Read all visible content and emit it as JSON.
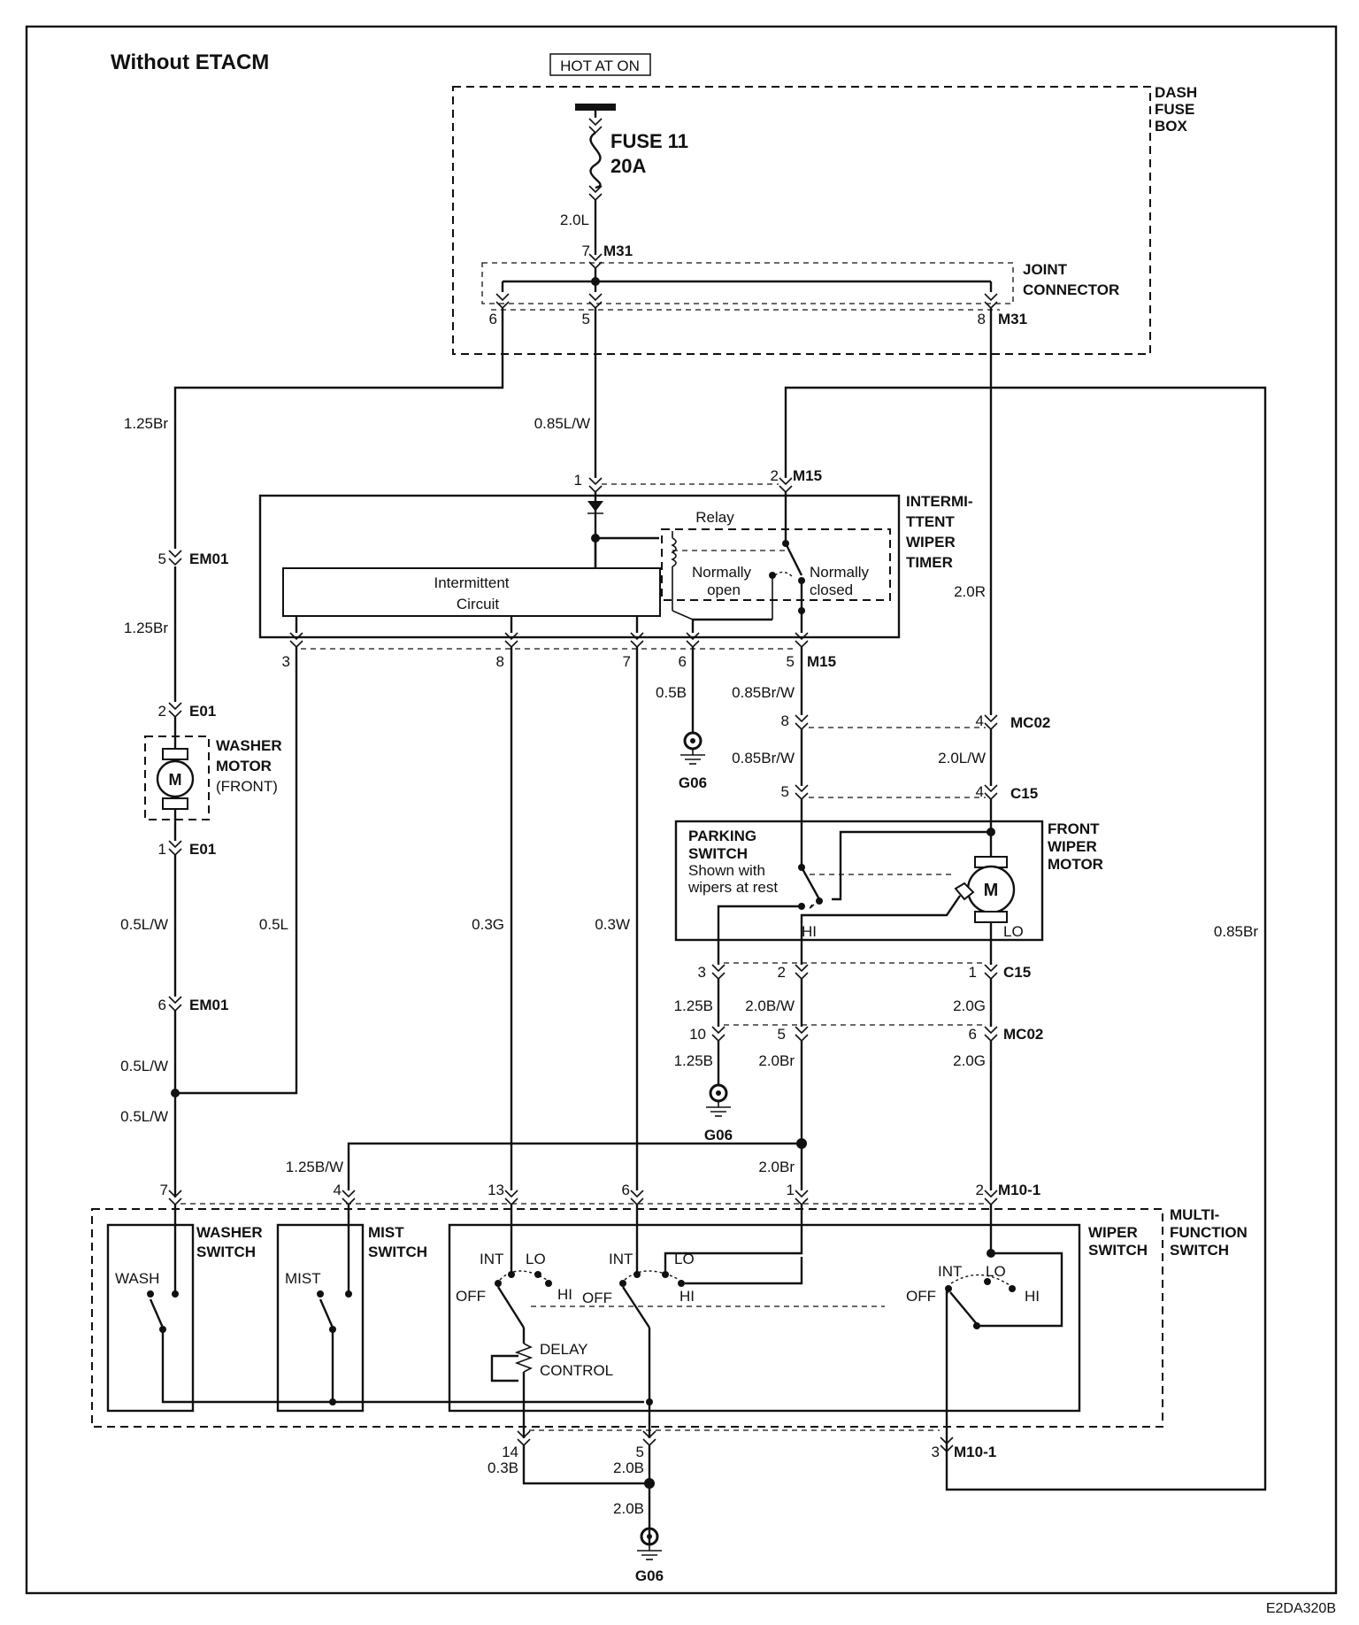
{
  "title": "Without ETACM",
  "hot_at_on": "HOT AT ON",
  "dash_fuse_box": [
    "DASH",
    "FUSE",
    "BOX"
  ],
  "fuse": {
    "name": "FUSE 11",
    "rating": "20A"
  },
  "joint_connector": [
    "JOINT",
    "CONNECTOR"
  ],
  "timer": {
    "title": [
      "INTERMI-",
      "TTENT",
      "WIPER",
      "TIMER"
    ],
    "relay": "Relay",
    "normally_open": [
      "Normally",
      "open"
    ],
    "normally_closed": [
      "Normally",
      "closed"
    ],
    "intermittent_circuit": [
      "Intermittent",
      "Circuit"
    ]
  },
  "washer_motor": [
    "WASHER",
    "MOTOR",
    "(FRONT)"
  ],
  "motor_symbol": "M",
  "parking_switch": [
    "PARKING",
    "SWITCH",
    "Shown with",
    "wipers at rest"
  ],
  "front_wiper_motor": [
    "FRONT",
    "WIPER",
    "MOTOR"
  ],
  "hi": "HI",
  "lo": "LO",
  "multi_function_switch": [
    "MULTI-",
    "FUNCTION",
    "SWITCH"
  ],
  "washer_switch": [
    "WASHER",
    "SWITCH"
  ],
  "mist_switch": [
    "MIST",
    "SWITCH"
  ],
  "wiper_switch": [
    "WIPER",
    "SWITCH"
  ],
  "wash": "WASH",
  "mist": "MIST",
  "int": "INT",
  "off": "OFF",
  "delay_control": [
    "DELAY",
    "CONTROL"
  ],
  "ground": "G06",
  "figure_code": "E2DA320B",
  "pins": {
    "m31_7": "7",
    "m31_6": "6",
    "m31_5": "5",
    "m31_8": "8",
    "m15_1": "1",
    "m15_2": "2",
    "t3": "3",
    "t8": "8",
    "t7": "7",
    "t6": "6",
    "m15_5": "5",
    "em01_5": "5",
    "e01_2": "2",
    "e01_1": "1",
    "em01_6": "6",
    "mc02_8": "8",
    "mc02_4": "4",
    "c15_5": "5",
    "c15_4": "4",
    "c15_3": "3",
    "c15_2": "2",
    "c15_1": "1",
    "mc02_10": "10",
    "mc02_5": "5",
    "mc02_6": "6",
    "s7": "7",
    "s4": "4",
    "s13": "13",
    "s6": "6",
    "s1": "1",
    "s2": "2",
    "s14": "14",
    "s5": "5",
    "s3": "3"
  },
  "connectors": {
    "m31": "M31",
    "m15": "M15",
    "em01": "EM01",
    "e01": "E01",
    "mc02": "MC02",
    "c15": "C15",
    "m10_1": "M10-1"
  },
  "wires": {
    "w_2_0L": "2.0L",
    "w_1_25Br_a": "1.25Br",
    "w_1_25Br_b": "1.25Br",
    "w_0_85LW": "0.85L/W",
    "w_2_0R": "2.0R",
    "w_0_5B": "0.5B",
    "w_0_85BrW_a": "0.85Br/W",
    "w_0_85BrW_b": "0.85Br/W",
    "w_2_0LW": "2.0L/W",
    "w_0_5LW_a": "0.5L/W",
    "w_0_5L": "0.5L",
    "w_0_3G": "0.3G",
    "w_0_3W": "0.3W",
    "w_0_85Br": "0.85Br",
    "w_1_25B_a": "1.25B",
    "w_2_0BW": "2.0B/W",
    "w_2_0G_a": "2.0G",
    "w_1_25B_b": "1.25B",
    "w_2_0Br_a": "2.0Br",
    "w_2_0G_b": "2.0G",
    "w_0_5LW_b": "0.5L/W",
    "w_0_5LW_c": "0.5L/W",
    "w_1_25BW": "1.25B/W",
    "w_2_0Br_b": "2.0Br",
    "w_0_3B": "0.3B",
    "w_2_0B_a": "2.0B",
    "w_2_0B_b": "2.0B"
  }
}
